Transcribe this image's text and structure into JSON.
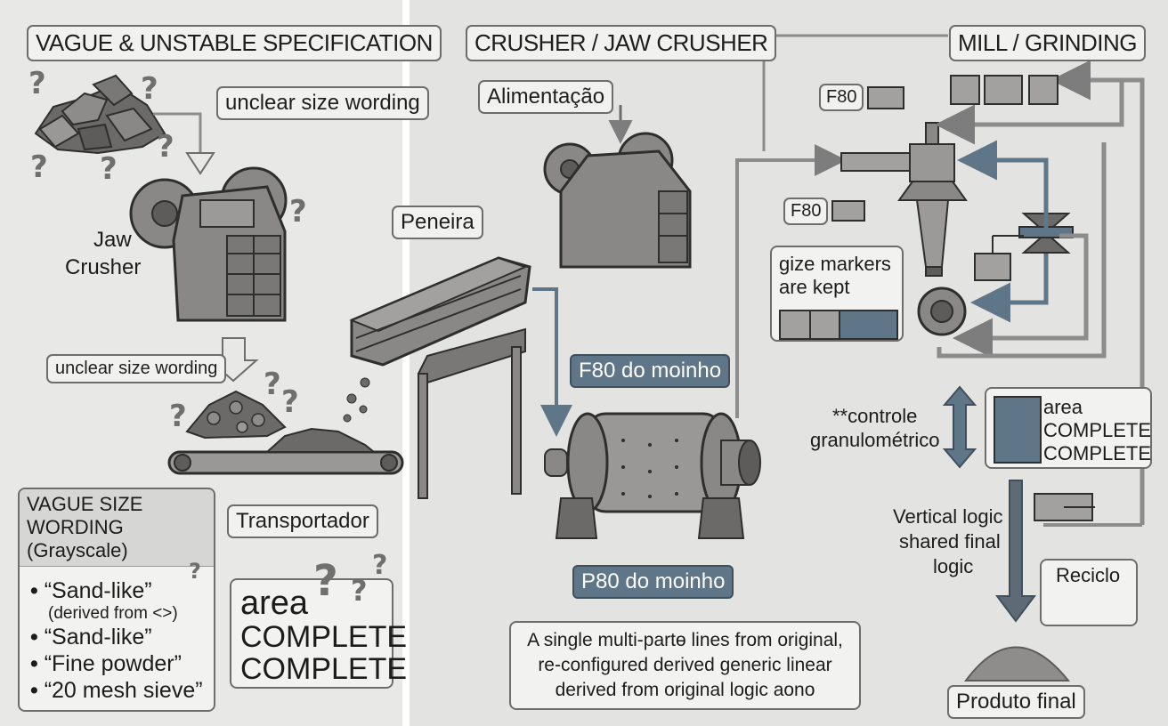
{
  "left": {
    "title": "VAGUE & UNSTABLE SPECIFICATION",
    "unclear_1": "unclear size wording",
    "crusher_label_1": "Jaw",
    "crusher_label_2": "Crusher",
    "unclear_2": "unclear size wording",
    "transport": "Transportador",
    "vague_box_title_1": "VAGUE SIZE WORDING",
    "vague_box_title_2": "(Grayscale)",
    "items": [
      "“Sand-like”",
      "(derived from <>)",
      "“Sand-like”",
      "“Fine powder”",
      "“20 mesh sieve”"
    ],
    "area_1": "area",
    "area_2": "COMPLETE",
    "area_3": "COMPLETE",
    "question_mark": "?"
  },
  "middle": {
    "title": "CRUSHER / JAW CRUSHER",
    "feed": "Alimentação",
    "screen": "Peneira",
    "f80": "F80 do moinho",
    "p80": "P80 do moinho",
    "note_1": "A single multi-partɵ lines from original,",
    "note_2": "re-configured derived generic linear",
    "note_3": "derived from original logic aono"
  },
  "right": {
    "title": "MILL / GRINDING",
    "f80_a": "F80",
    "f80_b": "F80",
    "gize_1": "gize markers",
    "gize_2": "are kept",
    "control_1": "**controle",
    "control_2": "granulométrico",
    "area_1": "area",
    "area_2": "COMPLETE",
    "area_3": "COMPLETE",
    "vertical_1": "Vertical logic",
    "vertical_2": "shared final",
    "vertical_3": "logic",
    "recycle": "Reciclo",
    "product": "Produto final"
  },
  "colors": {
    "background": "#d9d9d7",
    "panel": "#e6e6e4",
    "machine": "#8a8886",
    "machine_dark": "#5e5c5a",
    "accent_blue": "#5f7588",
    "line": "#8c8c8c"
  },
  "icons": [
    "jaw-crusher-icon",
    "vibrating-screen-icon",
    "conveyor-icon",
    "ball-mill-icon",
    "hydrocyclone-icon",
    "ore-pile-icon",
    "product-pile-icon"
  ]
}
